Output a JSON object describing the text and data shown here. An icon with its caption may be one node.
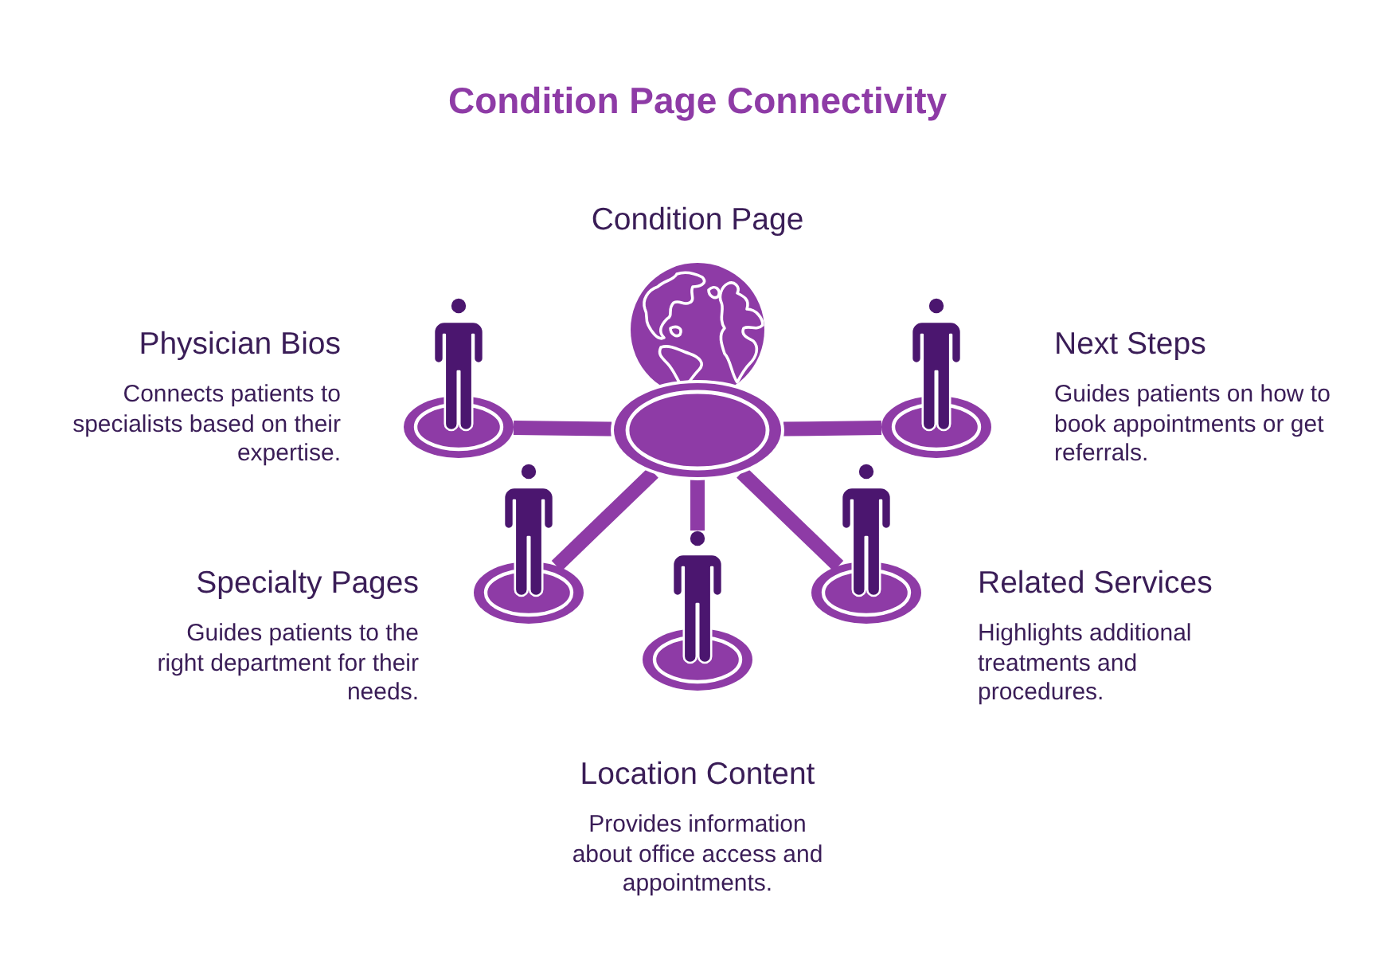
{
  "diagram": {
    "title": "Condition Page Connectivity",
    "nodes": [
      {
        "text": [],
        "shape": "picture",
        "beside": [
          "Condition Page"
        ]
      },
      {
        "text": [],
        "shape": "person",
        "beside": [
          "Physician Bios",
          "Connects patients to specialists based on their expertise."
        ]
      },
      {
        "text": [],
        "shape": "person",
        "beside": [
          "Next Steps",
          "Guides patients on how to book appointments or get referrals."
        ]
      },
      {
        "text": [],
        "shape": "person",
        "beside": [
          "Specialty Pages",
          "Guides patients to the right department for their needs."
        ]
      },
      {
        "text": [],
        "shape": "person",
        "beside": [
          "Related Services",
          "Highlights additional treatments and procedures."
        ]
      },
      {
        "text": [],
        "shape": "person",
        "beside": [
          "Location Content",
          "Provides information about office access and appointments."
        ]
      }
    ],
    "edges": [
      {
        "from": 0,
        "to": 1,
        "arrow": "none"
      },
      {
        "from": 0,
        "to": 2,
        "arrow": "none"
      },
      {
        "from": 0,
        "to": 3,
        "arrow": "none"
      },
      {
        "from": 0,
        "to": 4,
        "arrow": "none"
      },
      {
        "from": 0,
        "to": 5,
        "arrow": "none"
      }
    ]
  }
}
